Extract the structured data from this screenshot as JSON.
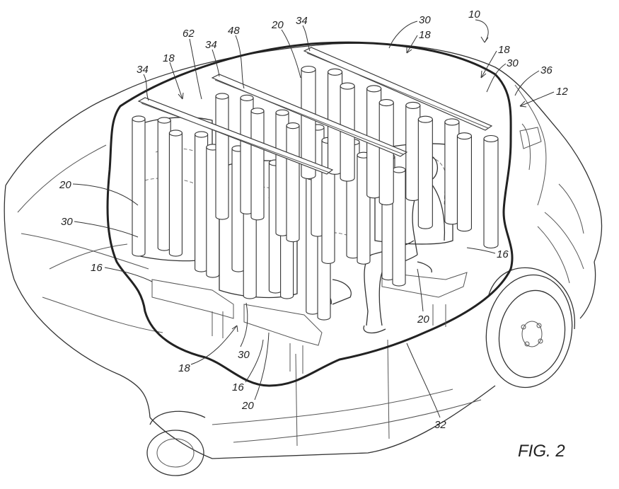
{
  "figure": {
    "caption": "FIG. 2",
    "reference_numerals": {
      "vehicle": "10",
      "ref_12": "12",
      "ref_16": "16",
      "ref_18": "18",
      "ref_20": "20",
      "ref_30": "30",
      "ref_32": "32",
      "ref_34": "34",
      "ref_36": "36",
      "ref_48": "48",
      "ref_62": "62"
    }
  }
}
